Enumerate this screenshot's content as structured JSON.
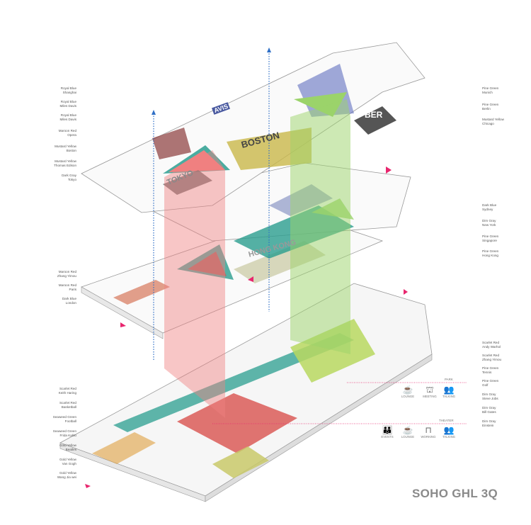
{
  "title": "SOHO GHL 3Q",
  "left_labels": [
    {
      "color": "Royal Blue",
      "name": "Shanghai"
    },
    {
      "color": "Royal Blue",
      "name": "Miles Davis"
    },
    {
      "color": "Royal Blue",
      "name": "Miles Davis"
    },
    {
      "color": "Maroon Red",
      "name": "Opera"
    },
    {
      "color": "Mustard Yellow",
      "name": "Boston"
    },
    {
      "color": "Mustard Yellow",
      "name": "Thomas Edison"
    },
    {
      "color": "Dark Gray",
      "name": "Tokyo"
    },
    {
      "color": "Maroon Red",
      "name": "Zhang Yimou"
    },
    {
      "color": "Maroon Red",
      "name": "Paris"
    },
    {
      "color": "Dark Blue",
      "name": "London"
    },
    {
      "color": "Scarlet Red",
      "name": "Keith Haring"
    },
    {
      "color": "Scarlet Red",
      "name": "Basketball"
    },
    {
      "color": "Seaweed Green",
      "name": "Football"
    },
    {
      "color": "Seaweed Green",
      "name": "Frida Kahlo"
    },
    {
      "color": "Gold Yellow",
      "name": "Beatles"
    },
    {
      "color": "Gold Yellow",
      "name": "Van Gogh"
    },
    {
      "color": "Gold Yellow",
      "name": "Wang Jia wei"
    }
  ],
  "right_labels": [
    {
      "color": "Pine Green",
      "name": "Munich"
    },
    {
      "color": "Pine Green",
      "name": "Berlin"
    },
    {
      "color": "Mustard Yellow",
      "name": "Chicago"
    },
    {
      "color": "Dark Blue",
      "name": "Sydney"
    },
    {
      "color": "Dim Gray",
      "name": "New York"
    },
    {
      "color": "Pine Green",
      "name": "Singapore"
    },
    {
      "color": "Pine Green",
      "name": "Hong Kong"
    },
    {
      "color": "Scarlet Red",
      "name": "Andy Warhol"
    },
    {
      "color": "Scarlet Red",
      "name": "Zhang Yimou"
    },
    {
      "color": "Pine Green",
      "name": "Tennis"
    },
    {
      "color": "Pine Green",
      "name": "Golf"
    },
    {
      "color": "Dim Gray",
      "name": "Steve Jobs"
    },
    {
      "color": "Dim Gray",
      "name": "Bill Gates"
    },
    {
      "color": "Dim Gray",
      "name": "Einstein"
    }
  ],
  "zones": {
    "park": {
      "label": "PARK",
      "activities": [
        {
          "icon": "coffee-cup-icon",
          "label": "LOUNGE"
        },
        {
          "icon": "meeting-table-icon",
          "label": "MEETING"
        },
        {
          "icon": "people-talking-icon",
          "label": "TALKING"
        }
      ]
    },
    "theater": {
      "label": "THEATER",
      "activities": [
        {
          "icon": "people-standing-icon",
          "label": "EVENTS"
        },
        {
          "icon": "coffee-cup-icon",
          "label": "LOUNGE"
        },
        {
          "icon": "desk-icon",
          "label": "WORKING"
        },
        {
          "icon": "people-talking-icon",
          "label": "TALKING"
        }
      ]
    }
  },
  "floor_text": [
    "BOSTON",
    "TOKYO",
    "BER",
    "AVIS",
    "HONG KONG"
  ],
  "colors": {
    "shaft_red": "#f08080",
    "shaft_green": "#9bd36a",
    "teal": "#2a9d8f",
    "arrow_blue": "#2f6fc6",
    "marker_pink": "#e8266e",
    "title_gray": "#8a8a8a"
  }
}
